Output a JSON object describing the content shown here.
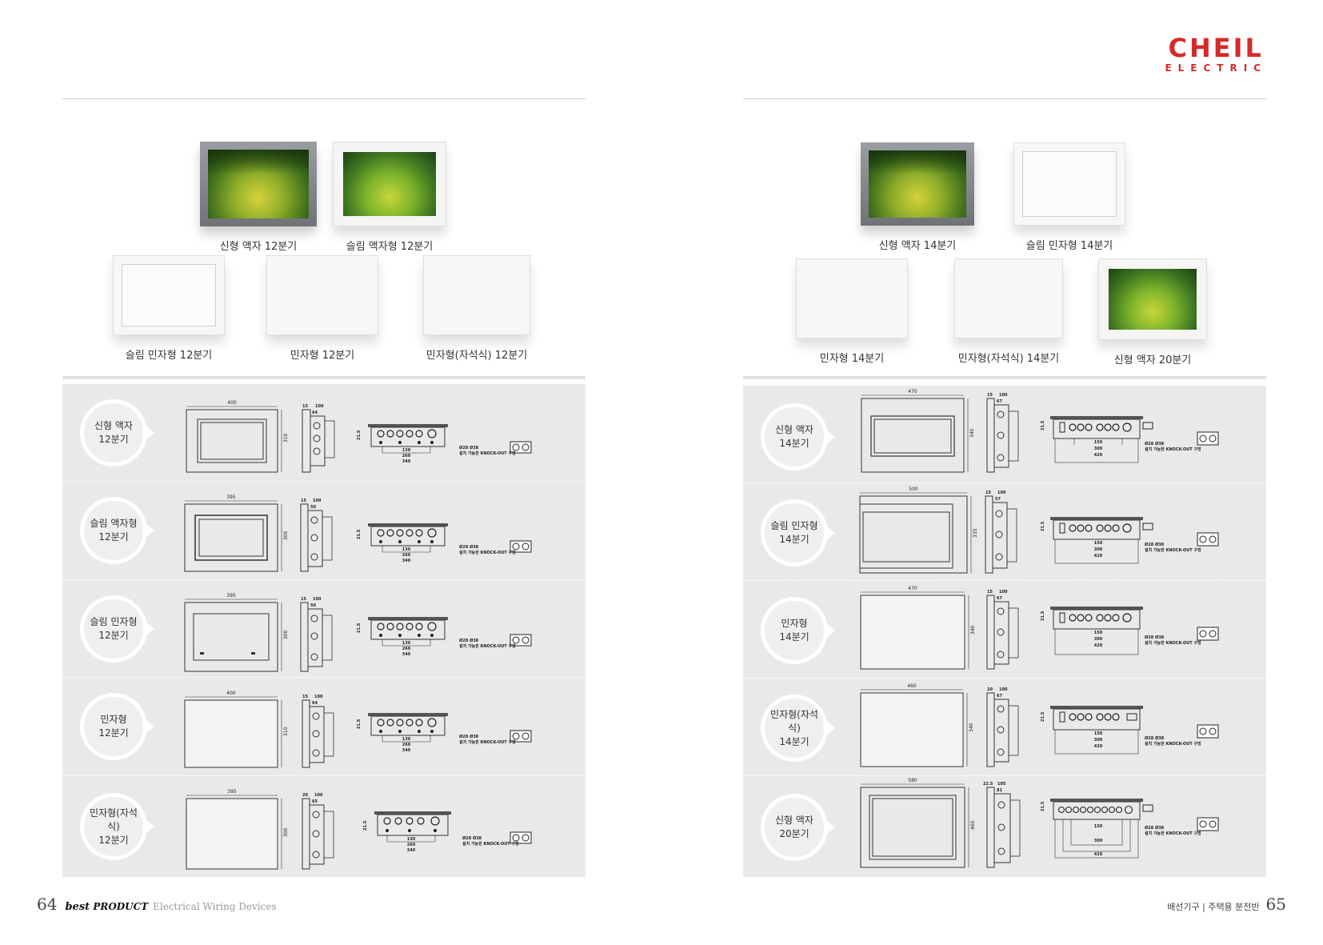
{
  "logo": {
    "main": "CHEIL",
    "sub": "ELECTRIC"
  },
  "left": {
    "products": [
      {
        "label": "신형 액자 12분기",
        "image": "photo-frame"
      },
      {
        "label": "슬림 액자형 12분기",
        "image": "white-photo-frame"
      },
      {
        "label": "슬림 민자형 12분기",
        "image": "white-frame"
      },
      {
        "label": "민자형 12분기",
        "image": "white-plain"
      },
      {
        "label": "민자형(자석식) 12분기",
        "image": "white-plain"
      }
    ],
    "specs": [
      {
        "label": "신형 액자\n12분기",
        "width": "400",
        "height": "310",
        "side_a": "15",
        "side_b": "100",
        "side_c": "64",
        "lead": "21.5",
        "dims": [
          "130",
          "260",
          "340"
        ]
      },
      {
        "label": "슬림 액자형\n12분기",
        "width": "395",
        "height": "300",
        "side_a": "15",
        "side_b": "100",
        "side_c": "50",
        "lead": "21.5",
        "dims": [
          "130",
          "260",
          "340"
        ]
      },
      {
        "label": "슬림 민자형\n12분기",
        "width": "395",
        "height": "300",
        "side_a": "15",
        "side_b": "100",
        "side_c": "50",
        "lead": "21.5",
        "dims": [
          "130",
          "260",
          "340"
        ]
      },
      {
        "label": "민자형\n12분기",
        "width": "400",
        "height": "310",
        "side_a": "15",
        "side_b": "100",
        "side_c": "64",
        "lead": "21.5",
        "dims": [
          "130",
          "260",
          "340"
        ]
      },
      {
        "label": "민자형(자석식)\n12분기",
        "width": "395",
        "height": "300",
        "side_a": "20",
        "side_b": "100",
        "side_c": "65",
        "lead": "21.5",
        "dims": [
          "130",
          "260",
          "340"
        ]
      }
    ],
    "knockout_note_a": "Ø28 Ø38",
    "knockout_note_b": "설치 가능한 KNOCK-OUT 구멍",
    "page_number": "64",
    "footer_brand_a": "best",
    "footer_brand_b": "PRODUCT",
    "footer_subtitle": "Electrical Wiring Devices"
  },
  "right": {
    "products": [
      {
        "label": "신형 액자 14분기",
        "image": "photo-frame"
      },
      {
        "label": "슬림 민자형 14분기",
        "image": "white-frame"
      },
      {
        "label": "민자형 14분기",
        "image": "white-plain"
      },
      {
        "label": "민자형(자석식) 14분기",
        "image": "white-plain"
      },
      {
        "label": "신형 액자 20분기",
        "image": "white-photo-frame"
      }
    ],
    "specs": [
      {
        "label": "신형 액자\n14분기",
        "width": "470",
        "height": "340",
        "side_a": "15",
        "side_b": "100",
        "side_c": "67",
        "lead": "21.5",
        "dims": [
          "150",
          "300",
          "420"
        ]
      },
      {
        "label": "슬림 민자형\n14분기",
        "width": "500",
        "height": "335",
        "side_a": "15",
        "side_b": "100",
        "side_c": "57",
        "lead": "21.5",
        "dims": [
          "150",
          "300",
          "420"
        ]
      },
      {
        "label": "민자형\n14분기",
        "width": "470",
        "height": "340",
        "side_a": "15",
        "side_b": "100",
        "side_c": "67",
        "lead": "21.5",
        "dims": [
          "150",
          "300",
          "420"
        ]
      },
      {
        "label": "민자형(자석식)\n14분기",
        "width": "460",
        "height": "340",
        "side_a": "20",
        "side_b": "100",
        "side_c": "67",
        "lead": "21.5",
        "dims": [
          "150",
          "300",
          "420"
        ]
      },
      {
        "label": "신형 액자\n20분기",
        "width": "580",
        "height": "460",
        "side_a": "22.5",
        "side_b": "105",
        "side_c": "81",
        "lead": "21.5",
        "dims": [
          "150",
          "300",
          "420"
        ]
      }
    ],
    "knockout_note_a": "Ø28 Ø38",
    "knockout_note_b": "설치 가능한 KNOCK-OUT 구멍",
    "footer_text": "배선기구 | 주택용 분전반",
    "page_number": "65"
  }
}
